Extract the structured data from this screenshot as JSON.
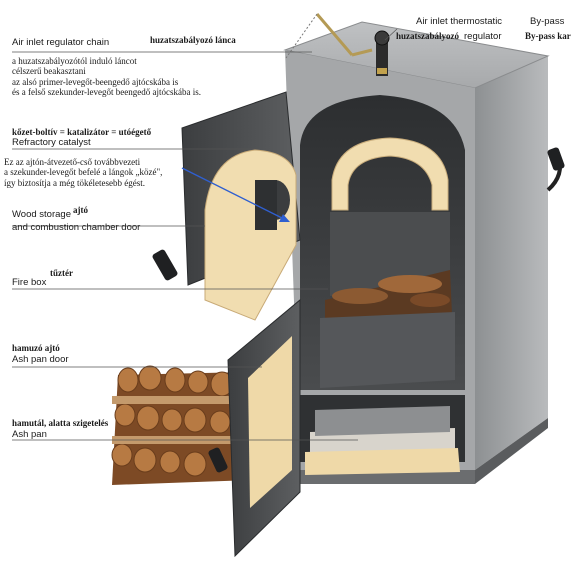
{
  "labels": {
    "air_inlet_chain_en": "Air inlet regulator chain",
    "air_inlet_chain_hu": "huzatszabályozó lánca",
    "chain_note_hu": [
      "a huzatszabályozótól induló láncot",
      "célszerű beakasztani",
      "az alsó primer-levegőt-beengedő ajtócskába is",
      "és a felső szekunder-levegőt beengedő ajtócskába is."
    ],
    "thermostatic_en": "Air inlet thermostatic",
    "thermostatic_en_2": "regulator",
    "thermostatic_hu": "huzatszabályozó",
    "bypass_en": "By-pass",
    "bypass_hu": "By-pass kar",
    "refractory_hu": "kőzet-boltív = katalizátor = utóégető",
    "refractory_en": "Refractory catalyst",
    "secondary_air_hu": [
      "Ez az ajtón-átvezető-cső továbbvezeti",
      "a szekunder-levegőt befelé a lángok „közé\",",
      "így biztosítja a még tökéletesebb égést."
    ],
    "door_hu": "ajtó",
    "door_en": "Wood storage",
    "door_en_2": "and combustion chamber door",
    "firebox_hu": "tűztér",
    "firebox_en": "Fire box",
    "ash_door_hu": "hamuzó ajtó",
    "ash_door_en": "Ash pan door",
    "ash_pan_hu": "hamutál, alatta szigetelés",
    "ash_pan_en": "Ash pan"
  },
  "colors": {
    "stove_body": "#9a9c9e",
    "stove_dark": "#3a3c3e",
    "refractory": "#f1ddb0",
    "insulation": "#efd9a8",
    "wood": "#a0683a",
    "arrow": "#2f5fd0",
    "leader": "#555555"
  }
}
